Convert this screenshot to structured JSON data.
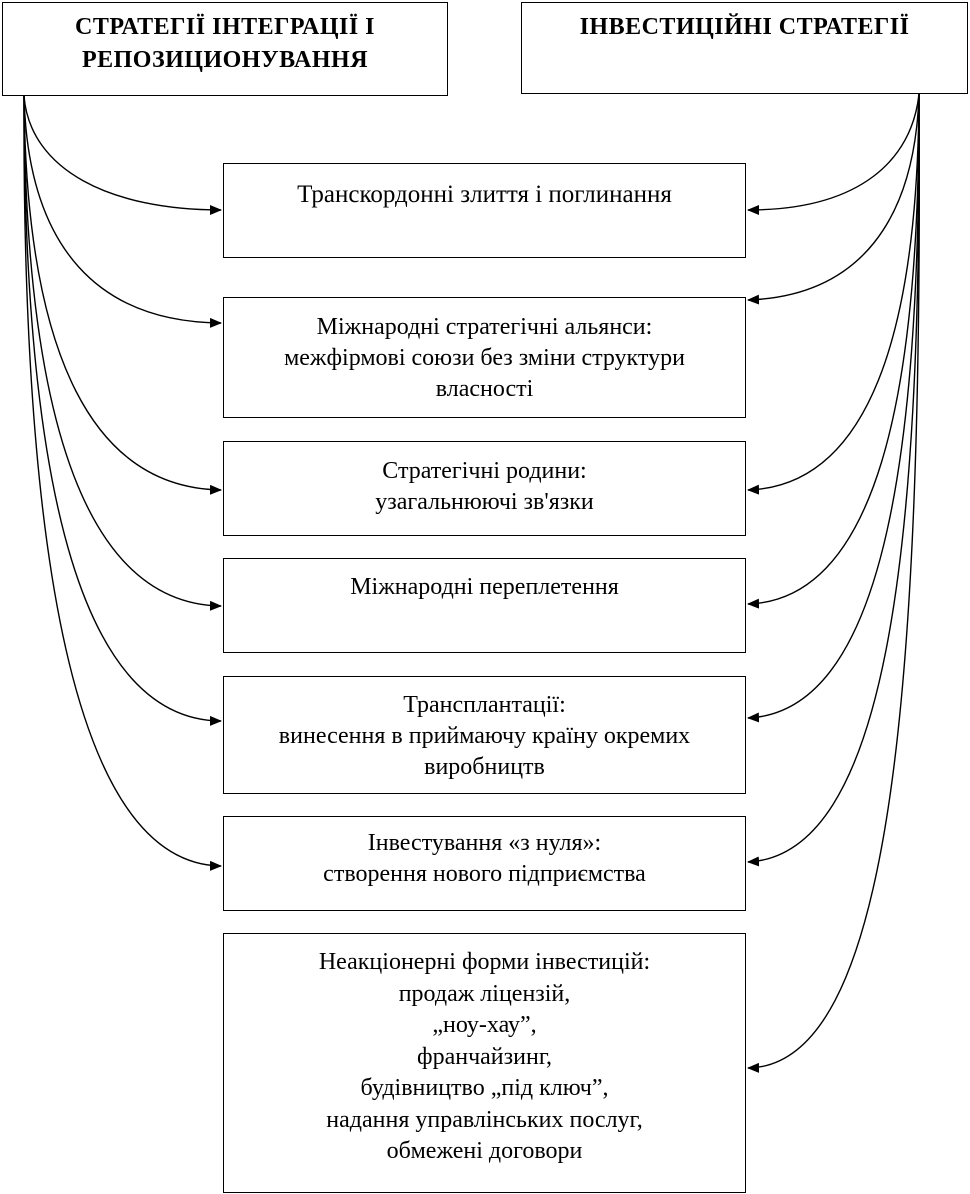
{
  "headers": {
    "left": [
      "СТРАТЕГІЇ ІНТЕГРАЦІЇ І",
      "РЕПОЗИЦИОНУВАННЯ"
    ],
    "right": [
      "ІНВЕСТИЦІЙНІ СТРАТЕГІЇ"
    ]
  },
  "items": [
    {
      "lines": [
        "Транскордонні злиття і поглинання"
      ]
    },
    {
      "lines": [
        "Міжнародні стратегічні альянси:",
        "межфірмові союзи без зміни структури",
        "власності"
      ]
    },
    {
      "lines": [
        "Стратегічні родини:",
        "узагальнюючі зв'язки"
      ]
    },
    {
      "lines": [
        "Міжнародні переплетення"
      ]
    },
    {
      "lines": [
        "Трансплантації:",
        "винесення в приймаючу країну окремих",
        "виробництв"
      ]
    },
    {
      "lines": [
        "Інвестування «з нуля»:",
        "створення нового підприємства"
      ]
    },
    {
      "lines": [
        "Неакціонерні форми інвестицій:",
        "продаж ліцензій,",
        "„ноу-хау”,",
        "франчайзинг,",
        "будівництво „під ключ”,",
        "надання управлінських послуг,",
        "обмежені договори"
      ]
    }
  ]
}
